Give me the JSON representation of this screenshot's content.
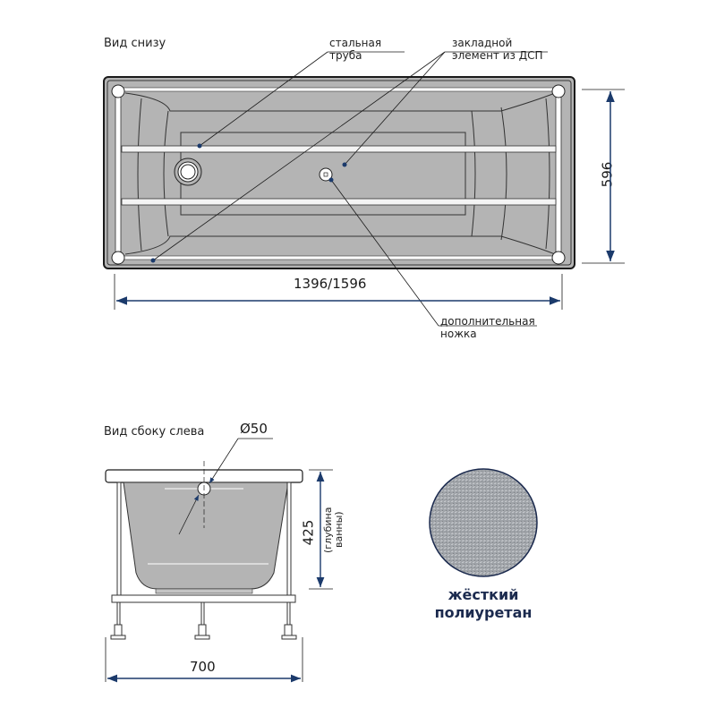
{
  "top_view": {
    "title": "Вид снизу",
    "callouts": {
      "steel_pipe": [
        "стальная",
        "труба"
      ],
      "chipboard_insert": [
        "закладной",
        "элемент из ДСП"
      ],
      "extra_leg": [
        "дополнительная",
        "ножка"
      ]
    },
    "dimensions": {
      "length": "1396/1596",
      "width": "596"
    }
  },
  "side_view": {
    "title": "Вид сбоку слева",
    "drain_diameter": "Ø50",
    "depth": "425",
    "depth_note": [
      "(глубина",
      "ванны)"
    ],
    "width": "700"
  },
  "material": {
    "label_line1": "жёсткий",
    "label_line2": "полиуретан"
  },
  "colors": {
    "tub_fill": "#b4b4b4",
    "accent_navy": "#1b3a6b",
    "outline": "#1a1a1a"
  }
}
